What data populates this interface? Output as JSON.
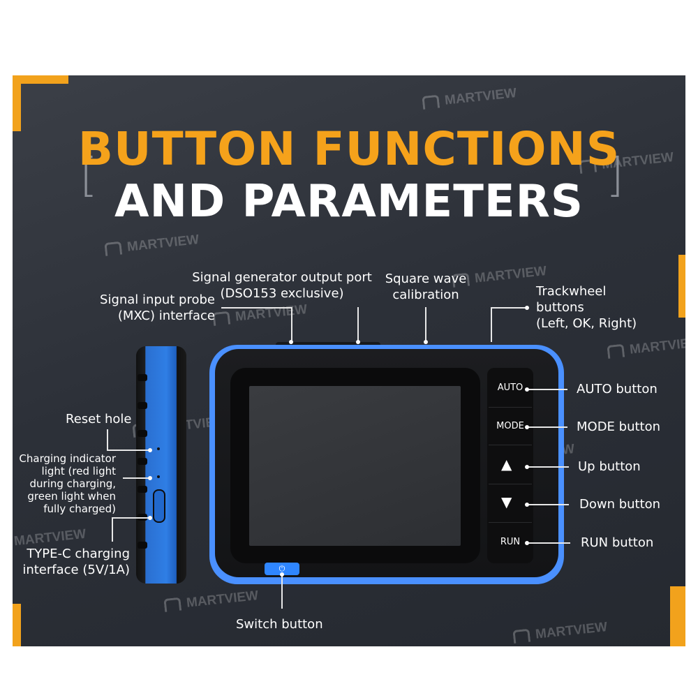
{
  "title": {
    "line1": "BUTTON FUNCTIONS",
    "line2": "AND PARAMETERS",
    "bracket_left": "[",
    "bracket_right": "]"
  },
  "watermark": "MARTVIEW",
  "colors": {
    "accent": "#f5a21b",
    "background": "#2c3038",
    "device_blue": "#2f7ee5"
  },
  "callouts": {
    "signal_input": "Signal input probe\n(MXC) interface",
    "signal_generator": "Signal generator output port\n(DSO153 exclusive)",
    "square_wave": "Square wave\ncalibration",
    "trackwheel": "Trackwheel\nbuttons\n(Left, OK, Right)",
    "reset_hole": "Reset hole",
    "charging_indicator": "Charging indicator\nlight (red light\nduring charging,\ngreen light when\nfully charged)",
    "type_c": "TYPE-C charging\ninterface (5V/1A)",
    "switch_button": "Switch button",
    "auto_button": "AUTO button",
    "mode_button": "MODE button",
    "up_button": "Up button",
    "down_button": "Down button",
    "run_button": "RUN button"
  },
  "device_buttons": {
    "auto": "AUTO",
    "mode": "MODE",
    "up": "▲",
    "down": "▼",
    "run": "RUN",
    "power": "⏻"
  }
}
